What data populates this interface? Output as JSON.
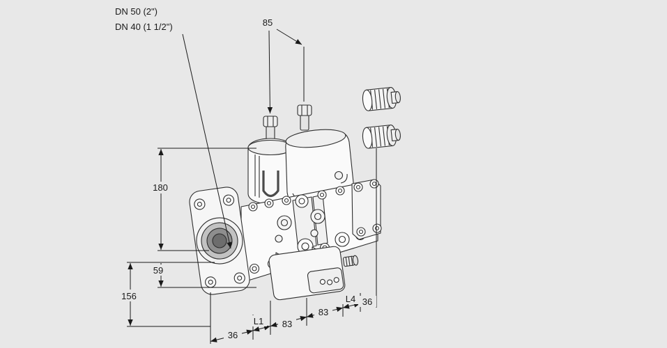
{
  "diagram": {
    "kind": "technical-dimension-drawing",
    "subject": "double-solenoid-gas-valve",
    "background_color": "#e8e8e8",
    "line_color": "#1a1a1a",
    "part_labels": {
      "dn50": "DN 50 (2\")",
      "dn40": "DN 40 (1 1/2\")"
    },
    "dimensions": {
      "actuator_spacing": "85",
      "overall_height": "180",
      "port_axis_height": "59",
      "lower_height": "156",
      "left_flange_depth": "36",
      "l1": "L1",
      "body_section_left": "83",
      "body_section_right": "83",
      "l4": "L4",
      "right_flange_depth": "36"
    }
  }
}
